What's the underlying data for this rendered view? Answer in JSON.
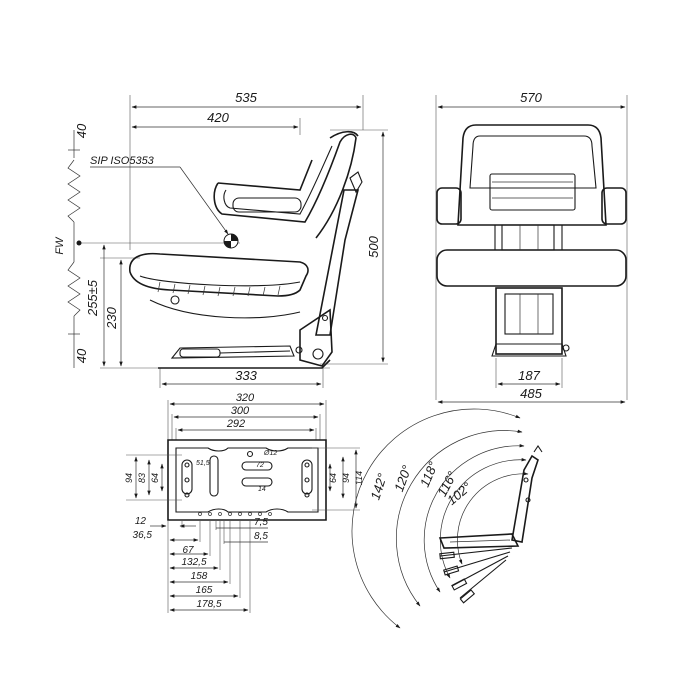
{
  "side_view": {
    "dimensions": {
      "overall_depth": "535",
      "depth_to_sip": "420",
      "base_depth": "333",
      "overall_height": "500",
      "height_range": "255±5",
      "seat_height": "230",
      "travel_up": "40",
      "travel_down": "40"
    },
    "labels": {
      "sip": "SIP ISO5353",
      "fw": "FW"
    }
  },
  "front_view": {
    "dimensions": {
      "overall_width": "570",
      "base_width": "485",
      "mount_width": "187"
    }
  },
  "base_plate": {
    "dimensions": {
      "w320": "320",
      "w300": "300",
      "w292": "292",
      "h94_left": "94",
      "h83": "83",
      "h64_left": "64",
      "h64_right": "64",
      "h94_right": "94",
      "h114": "114",
      "slot_51_5": "51,5",
      "hole_d12": "Ø12",
      "slot_72": "72",
      "slot_14": "14",
      "x12": "12",
      "x36_5": "36,5",
      "x67": "67",
      "x132_5": "132,5",
      "x158": "158",
      "x165": "165",
      "x178_5": "178,5",
      "x7_5": "7,5",
      "x8_5": "8,5"
    }
  },
  "recline_view": {
    "angles": [
      "142°",
      "120°",
      "118°",
      "116°",
      "102°"
    ]
  }
}
